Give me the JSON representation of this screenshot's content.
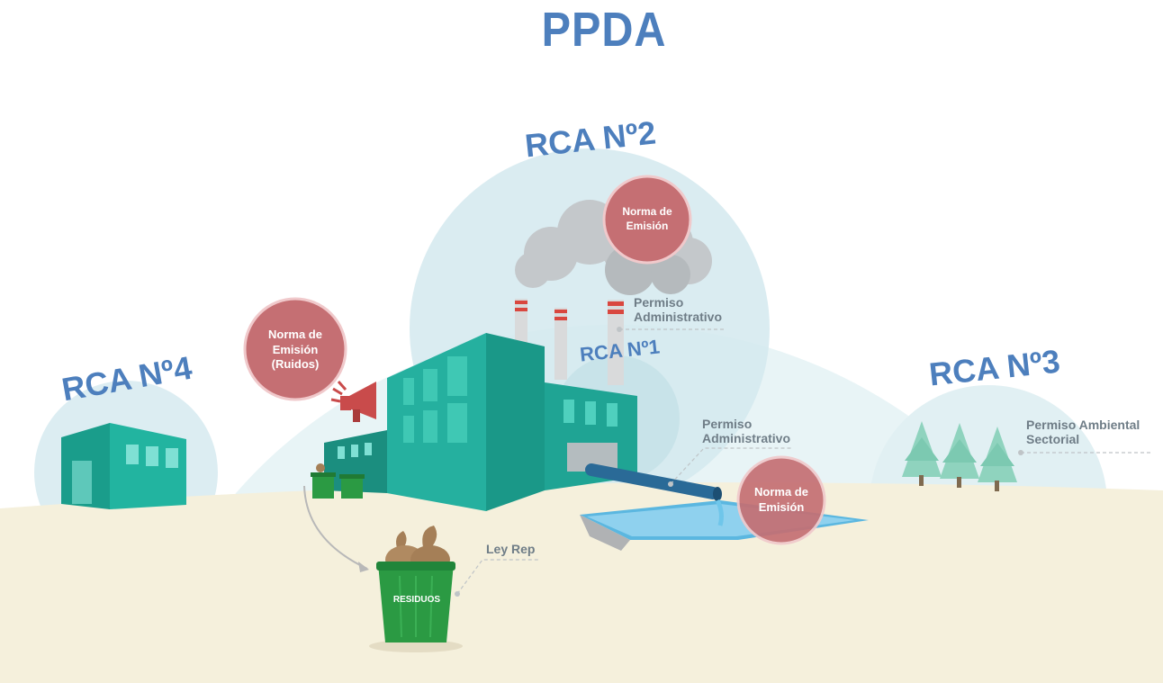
{
  "titles": {
    "ppda": "PPDA",
    "rca2": "RCA Nº2",
    "rca1": "RCA Nº1",
    "rca3": "RCA Nº3",
    "rca4": "RCA Nº4"
  },
  "badges": {
    "emission_smoke": [
      "Norma de",
      "Emisión"
    ],
    "emission_noise": [
      "Norma de",
      "Emisión",
      "(Ruidos)"
    ],
    "emission_water": [
      "Norma de",
      "Emisión"
    ]
  },
  "notes": {
    "permit_admin_top": [
      "Permiso",
      "Administrativo"
    ],
    "permit_admin_pipe": [
      "Permiso",
      "Administrativo"
    ],
    "permit_sectoral": [
      "Permiso Ambiental",
      "Sectorial"
    ],
    "ley_rep": "Ley Rep"
  },
  "bin_label": "RESIDUOS",
  "colors": {
    "title_blue": "#4d7fbd",
    "badge_red": "#c56f73",
    "factory_teal": "#1fa99a",
    "ground_sand": "#f5f0dc",
    "zone_light_blue": "#e3f1f4",
    "bin_green": "#2b9a43",
    "note_gray": "#6f7d87"
  }
}
